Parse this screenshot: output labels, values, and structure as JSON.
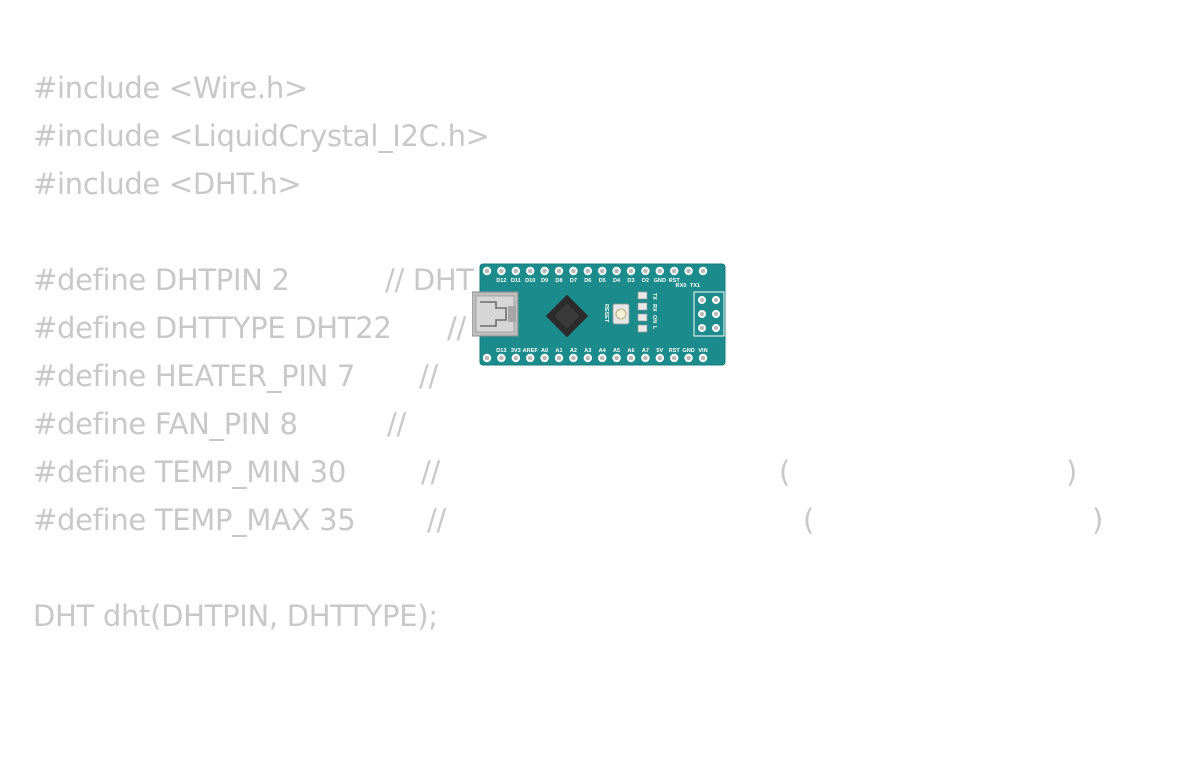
{
  "code": {
    "lines": [
      "#include <Wire.h>",
      "#include <LiquidCrystal_I2C.h>",
      "#include <DHT.h>",
      "",
      "#define DHTPIN 2",
      "#define DHTTYPE DHT22",
      "#define HEATER_PIN 7",
      "#define FAN_PIN 8",
      "#define TEMP_MIN 30",
      "#define TEMP_MAX 35",
      "",
      "DHT dht(DHTPIN, DHTTYPE);"
    ],
    "comments": {
      "dhtpin": "// DHT",
      "dhttype": "//",
      "heater": "//",
      "fan": "//",
      "temp_min": "//",
      "temp_min_open": "(",
      "temp_min_close": ")",
      "temp_max": "//",
      "temp_max_open": "(",
      "temp_max_close": ")"
    }
  },
  "board": {
    "name": "arduino-nano",
    "top_pins": [
      "D12",
      "D11",
      "D10",
      "D9",
      "D8",
      "D7",
      "D6",
      "D5",
      "D4",
      "D3",
      "D2",
      "GND",
      "RST",
      "RX0",
      "TX1"
    ],
    "bottom_pins": [
      "D13",
      "3V3",
      "AREF",
      "A0",
      "A1",
      "A2",
      "A3",
      "A4",
      "A5",
      "A6",
      "A7",
      "5V",
      "RST",
      "GND",
      "VIN"
    ],
    "reset_label": "RESET",
    "led_labels": [
      "TX",
      "RX",
      "ON",
      "L"
    ],
    "colors": {
      "pcb": "#1b8b8c",
      "pcb_edge": "#167a7b",
      "chip": "#2b2b2b",
      "usb": "#b8b8b8",
      "pin_ring": "#ffffff"
    }
  }
}
